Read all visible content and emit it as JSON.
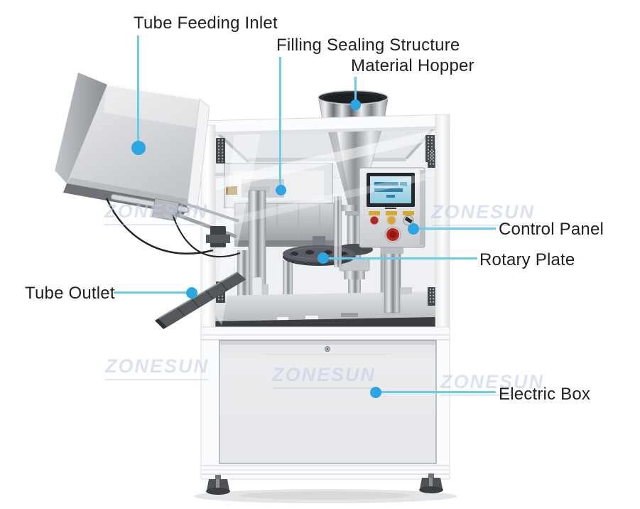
{
  "callouts": {
    "tube_feeding_inlet": "Tube Feeding Inlet",
    "filling_sealing_structure": "Filling Sealing Structure",
    "material_hopper": "Material Hopper",
    "control_panel": "Control Panel",
    "rotary_plate": "Rotary Plate",
    "tube_outlet": "Tube Outlet",
    "electric_box": "Electric Box"
  },
  "watermark": {
    "text": "ZONESUN"
  },
  "colors": {
    "callout_line": "#6bcbe9",
    "callout_dot": "#2aa7e3",
    "label_text": "#1f1f20",
    "watermark_text": "rgba(190,203,228,0.55)",
    "machine_frame": "#fafbfc",
    "emergency_stop": "#c0231c",
    "screen_lcd": "#a9dcec"
  },
  "machine_parts": [
    "material-hopper",
    "filling-sealing-structure",
    "control-panel",
    "lcd-screen",
    "emergency-stop-button",
    "rotary-plate",
    "tube-feeding-tray",
    "tube-outlet-chute",
    "electric-box-door",
    "frame",
    "leveling-feet"
  ]
}
